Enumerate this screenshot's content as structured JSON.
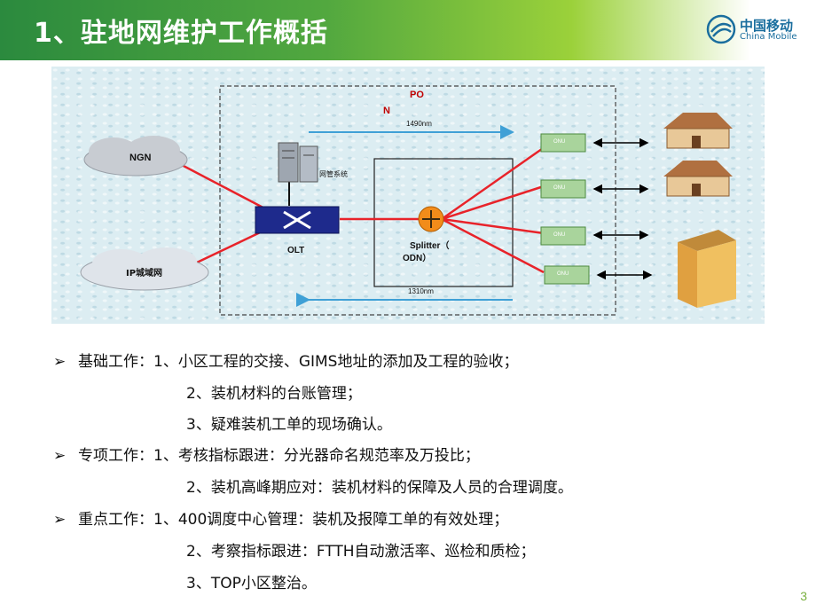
{
  "slide": {
    "title": "1、驻地网维护工作概括",
    "page_number": "3"
  },
  "logo": {
    "name_cn": "中国移动",
    "name_en": "China Mobile"
  },
  "diagram": {
    "labels": {
      "pon_top": "PO",
      "pon_bottom": "N",
      "downstream": "1490nm",
      "upstream": "1310nm",
      "ngn": "NGN",
      "ip_metro": "IP城域网",
      "nms": "网管系统",
      "olt": "OLT",
      "splitter_line1": "Splitter（",
      "splitter_line2": "ODN）",
      "onu": "ONU"
    }
  },
  "content": {
    "lines": [
      {
        "bullet": true,
        "text": "基础工作：1、小区工程的交接、GIMS地址的添加及工程的验收；"
      },
      {
        "bullet": false,
        "text": "2、装机材料的台账管理；"
      },
      {
        "bullet": false,
        "text": "3、疑难装机工单的现场确认。"
      },
      {
        "bullet": true,
        "text": "专项工作：1、考核指标跟进：分光器命名规范率及万投比；"
      },
      {
        "bullet": false,
        "text": "2、装机高峰期应对：装机材料的保障及人员的合理调度。"
      },
      {
        "bullet": true,
        "text": "重点工作：1、400调度中心管理：装机及报障工单的有效处理；"
      },
      {
        "bullet": false,
        "text": "2、考察指标跟进：FTTH自动激活率、巡检和质检；"
      },
      {
        "bullet": false,
        "text": "3、TOP小区整治。"
      }
    ],
    "bullet_symbol": "➢"
  }
}
